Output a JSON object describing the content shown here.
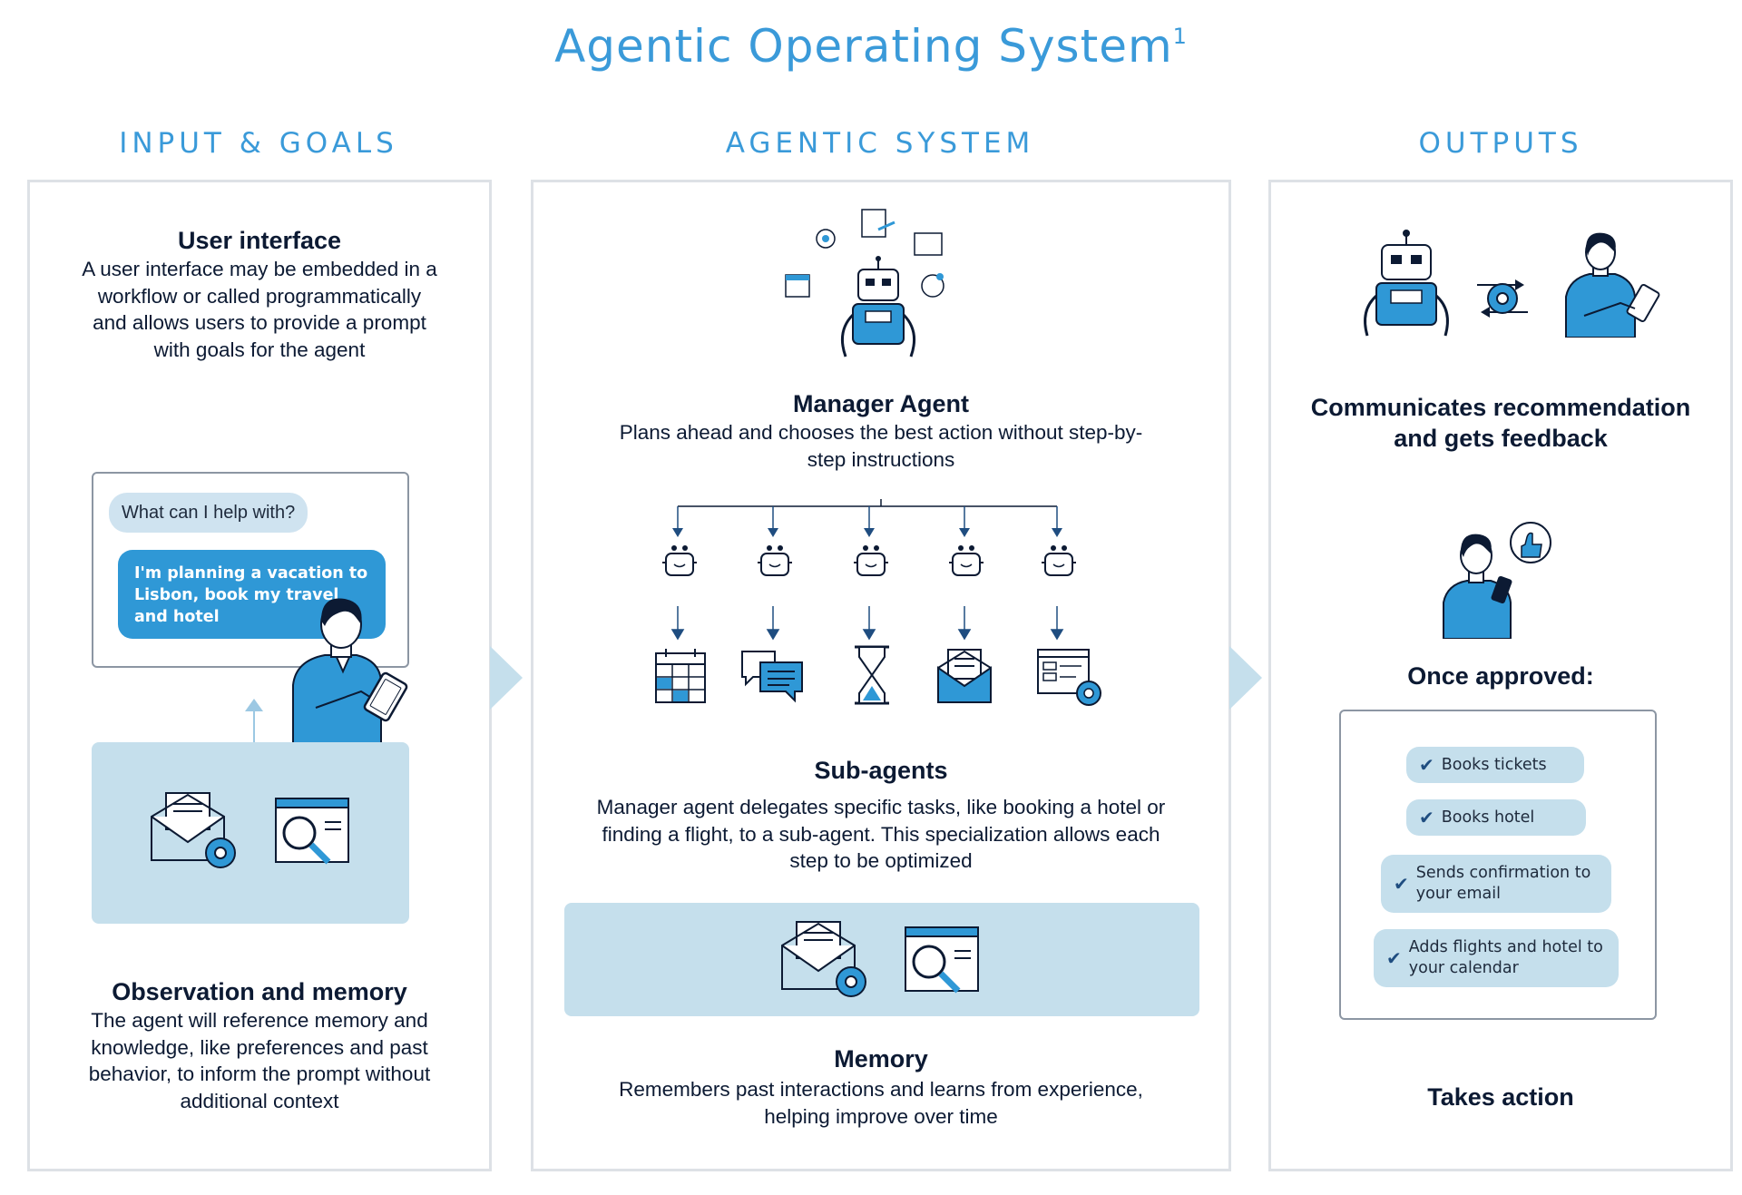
{
  "title": "Agentic Operating System",
  "title_sup": "1",
  "columns": {
    "input": "INPUT & GOALS",
    "system": "AGENTIC SYSTEM",
    "outputs": "OUTPUTS"
  },
  "input": {
    "ui_heading": "User interface",
    "ui_text": "A user interface may be embedded in a workflow or called programmatically and allows users to provide a prompt with goals for the agent",
    "chat_question": "What can I help with?",
    "chat_answer": "I'm planning a vacation to Lisbon, book my travel and hotel",
    "obs_heading": "Observation and memory",
    "obs_text": "The agent will reference memory and knowledge, like preferences and past behavior, to inform the prompt without additional context"
  },
  "system": {
    "manager_heading": "Manager Agent",
    "manager_text": "Plans ahead and chooses the best action without step-by-step instructions",
    "sub_heading": "Sub-agents",
    "sub_text": "Manager agent delegates specific tasks, like booking a hotel or finding a flight, to a sub-agent. This specialization allows each step to be optimized",
    "memory_heading": "Memory",
    "memory_text": "Remembers past interactions and learns from experience, helping improve over time",
    "subagent_tools": [
      "calendar-icon",
      "chat-icon",
      "hourglass-icon",
      "envelope-icon",
      "browser-settings-icon"
    ]
  },
  "outputs": {
    "communicates": "Communicates recommendation and gets feedback",
    "once_approved": "Once approved:",
    "actions": [
      "Books tickets",
      "Books hotel",
      "Sends confirmation to your email",
      "Adds flights and hotel to your calendar"
    ],
    "takes_action": "Takes action"
  },
  "colors": {
    "accent": "#3a9ad9",
    "light_blue": "#c5dfec",
    "navy": "#0c1a33",
    "icon_blue": "#2f98d6"
  }
}
